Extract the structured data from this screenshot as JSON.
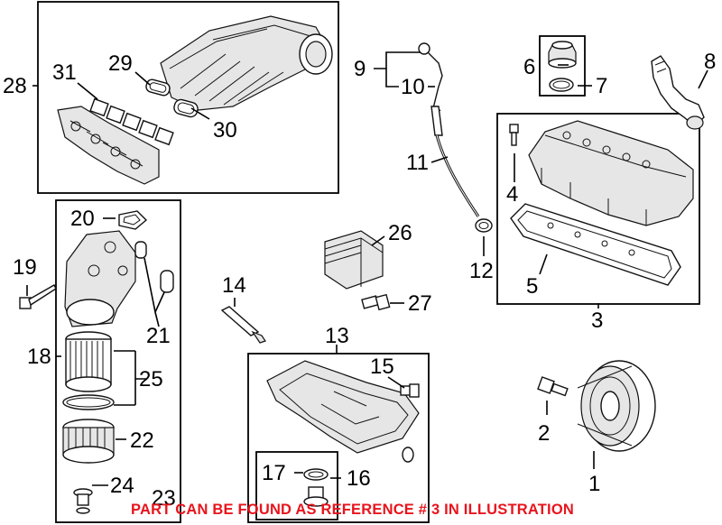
{
  "callouts": {
    "c1": "1",
    "c2": "2",
    "c3": "3",
    "c4": "4",
    "c5": "5",
    "c6": "6",
    "c7": "7",
    "c8": "8",
    "c9": "9",
    "c10": "10",
    "c11": "11",
    "c12": "12",
    "c13": "13",
    "c14": "14",
    "c15": "15",
    "c16": "16",
    "c17": "17",
    "c18": "18",
    "c19": "19",
    "c20": "20",
    "c21": "21",
    "c22": "22",
    "c23": "23",
    "c24": "24",
    "c25": "25",
    "c26": "26",
    "c27": "27",
    "c28": "28",
    "c29": "29",
    "c30": "30",
    "c31": "31"
  },
  "footer_note": "PART CAN BE FOUND AS REFERENCE # 3 IN ILLUSTRATION",
  "colors": {
    "footer_note": "#e8141c",
    "line_art": "#111111",
    "background": "#ffffff"
  }
}
